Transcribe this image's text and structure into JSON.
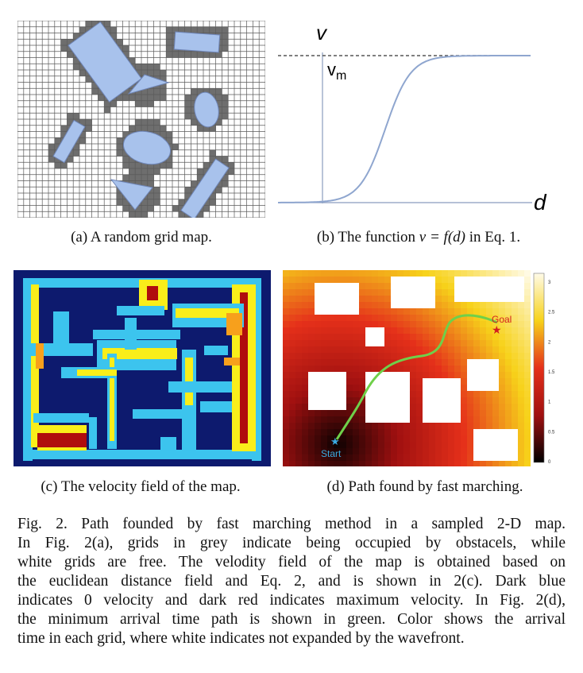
{
  "panels": {
    "a": {
      "caption": "(a) A random grid map."
    },
    "b": {
      "caption_prefix": "(b) The function ",
      "caption_math": "v = f(d)",
      "caption_suffix": " in Eq. 1.",
      "y_axis_label": "v",
      "vm_label": "v",
      "vm_sub": "m",
      "x_axis_label": "d"
    },
    "c": {
      "caption": "(c) The velocity field of the map."
    },
    "d": {
      "caption": "(d) Path found by fast marching.",
      "goal_label": "Goal",
      "start_label": "Start",
      "colorbar_ticks": [
        "3",
        "2.5",
        "2",
        "1.5",
        "1",
        "0.5",
        "0"
      ]
    }
  },
  "figure_caption": {
    "lines": [
      "Fig. 2.    Path founded by fast marching method in a sampled 2-D map.",
      "In Fig. 2(a), grids in grey indicate being occupied by obstacels, while",
      "white grids are free. The velodity field of the map is obtained based on",
      "the euclidean distance field and Eq. 2, and is shown in 2(c). Dark blue",
      "indicates 0 velocity and dark red indicates maximum velocity. In Fig. 2(d),",
      "the minimum arrival time path is shown in green. Color shows the arrival",
      "time in each grid, where white indicates not expanded by the wavefront."
    ]
  },
  "colors": {
    "grid_line": "#5a5a5a",
    "obstacle_grey": "#6e6e6e",
    "obstacle_fill": "#a8c2ec",
    "curve": "#8fa6cf",
    "dark_blue": "#0d1a6e",
    "light_blue": "#3cc4ee",
    "yellow": "#f9ee1a",
    "orange": "#f7a01c",
    "dark_red": "#b00d0d",
    "path_green": "#6fd04a"
  }
}
